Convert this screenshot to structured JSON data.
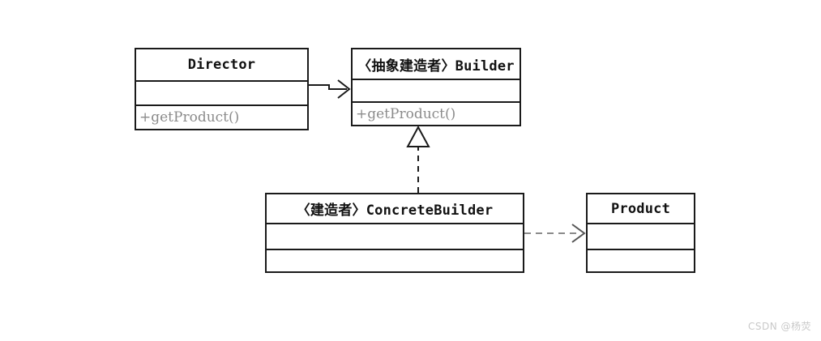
{
  "diagram": {
    "type": "uml-class-diagram",
    "pattern": "Builder",
    "background_color": "#ffffff",
    "line_color": "#1a1a1a",
    "member_text_color": "#8b8b8b",
    "classes": [
      {
        "id": "director",
        "name": "Director",
        "stereotype": "",
        "attributes": [
          ""
        ],
        "operations": [
          "+getProduct()"
        ]
      },
      {
        "id": "builder",
        "name": "〈抽象建造者〉Builder",
        "stereotype": "抽象建造者",
        "attributes": [
          ""
        ],
        "operations": [
          "+getProduct()"
        ]
      },
      {
        "id": "concretebuilder",
        "name": "〈建造者〉ConcreteBuilder",
        "stereotype": "建造者",
        "attributes": [
          ""
        ],
        "operations": [
          ""
        ]
      },
      {
        "id": "product",
        "name": "Product",
        "stereotype": "",
        "attributes": [
          ""
        ],
        "operations": [
          ""
        ]
      }
    ],
    "relationships": [
      {
        "id": "director-to-builder",
        "type": "association",
        "from": "Director",
        "to": "Builder",
        "line_style": "solid",
        "arrow_head": "open"
      },
      {
        "id": "concretebuilder-to-builder",
        "type": "realization",
        "from": "ConcreteBuilder",
        "to": "Builder",
        "line_style": "dashed",
        "arrow_head": "hollow-triangle"
      },
      {
        "id": "concretebuilder-to-product",
        "type": "dependency",
        "from": "ConcreteBuilder",
        "to": "Product",
        "line_style": "dashed",
        "arrow_head": "open"
      }
    ]
  },
  "watermark": {
    "text": "CSDN @杨荧"
  }
}
